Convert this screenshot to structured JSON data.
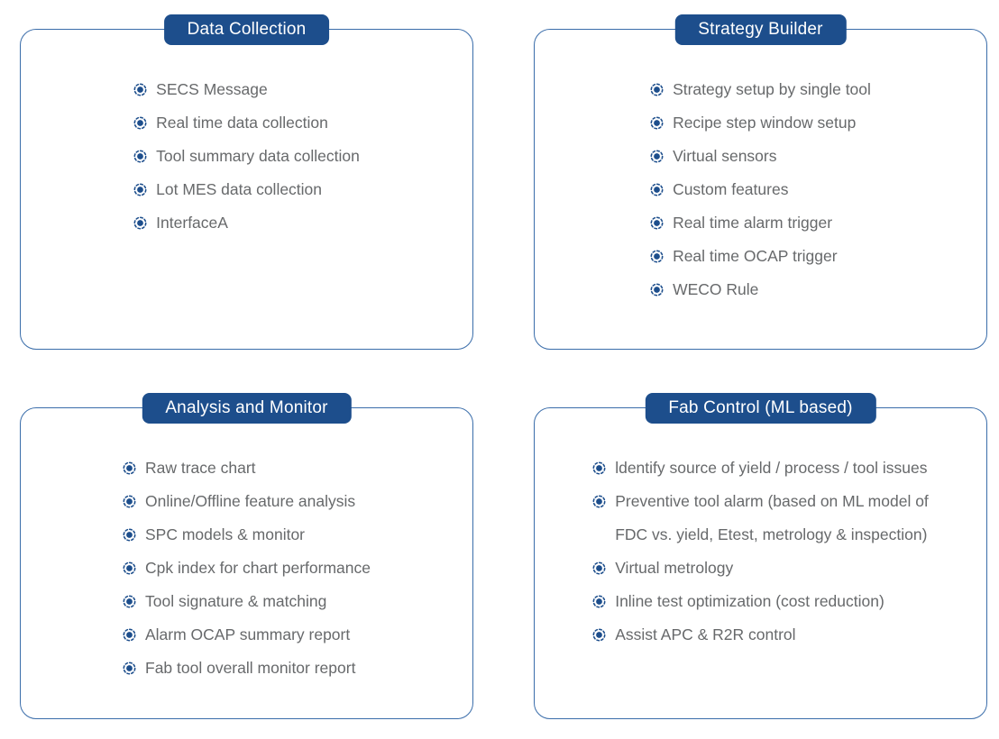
{
  "colors": {
    "badge_blue": "#1d4e8c",
    "border_blue": "#3a6daa",
    "item_text_gray": "#67696b",
    "badge_text": "#ffffff",
    "page_background": "#ffffff"
  },
  "icons": {
    "bullet": "target-dashed-circle-icon"
  },
  "panels": [
    {
      "id": "data-collection",
      "title": "Data Collection",
      "items": [
        "SECS Message",
        "Real time data collection",
        "Tool summary data collection",
        "Lot MES data collection",
        "InterfaceA"
      ]
    },
    {
      "id": "strategy-builder",
      "title": "Strategy Builder",
      "items": [
        "Strategy setup by single tool",
        "Recipe step window setup",
        "Virtual sensors",
        "Custom features",
        "Real time alarm trigger",
        "Real time OCAP trigger",
        "WECO Rule"
      ]
    },
    {
      "id": "analysis-and-monitor",
      "title": "Analysis and Monitor",
      "items": [
        "Raw trace chart",
        "Online/Offline feature analysis",
        "SPC models & monitor",
        "Cpk index for chart performance",
        "Tool signature & matching",
        "Alarm OCAP summary report",
        "Fab tool overall monitor report"
      ]
    },
    {
      "id": "fab-control-ml-based",
      "title": "Fab Control (ML based)",
      "items": [
        "ldentify source of yield / process / tool issues",
        "Preventive tool alarm (based on ML model of\nFDC vs. yield, Etest, metrology & inspection)",
        "Virtual metrology",
        "Inline test optimization (cost reduction)",
        "Assist APC & R2R control"
      ]
    }
  ]
}
